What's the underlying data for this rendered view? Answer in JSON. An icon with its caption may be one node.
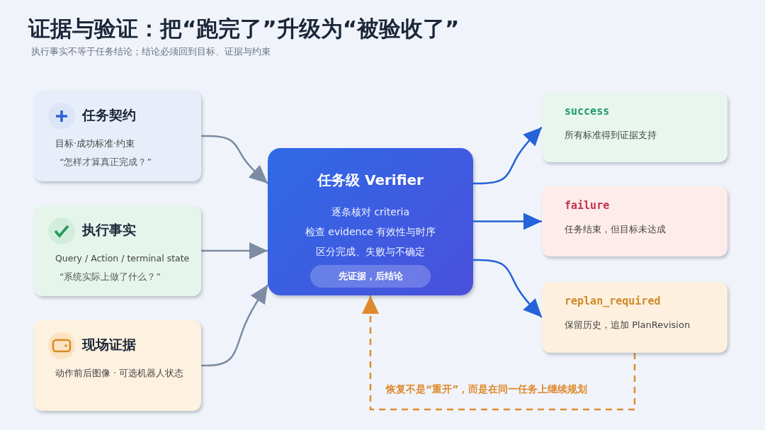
{
  "diagram": {
    "title": "证据与验证：把“跑完了”升级为“被验收了”",
    "nodes": [
      {
        "text": [
          "任务契约",
          "目标·成功标准·约束",
          "“怎样才算真正完成？”"
        ]
      },
      {
        "text": [
          "执行事实",
          "Query / Action / terminal state",
          "“系统实际上做了什么？”"
        ]
      },
      {
        "text": [
          "现场证据",
          "动作前后图像 · 可选机器人状态"
        ]
      },
      {
        "text": [
          "任务级 Verifier",
          "逐条核对 criteria",
          "检查 evidence 有效性与时序",
          "区分完成、失败与不确定"
        ]
      },
      {
        "text": [
          "先证据，后结论"
        ],
        "in": 3
      },
      {
        "text": [
          "success",
          "所有标准得到证据支持"
        ]
      },
      {
        "text": [
          "failure",
          "任务结束，但目标未达成"
        ]
      },
      {
        "text": [
          "replan_required",
          "保留历史，追加 PlanRevision"
        ]
      }
    ],
    "edges": [
      {
        "from": 0,
        "to": 3,
        "arrow": "to"
      },
      {
        "from": 1,
        "to": 3,
        "arrow": "to"
      },
      {
        "from": 2,
        "to": 3,
        "arrow": "to"
      },
      {
        "from": 3,
        "to": 5,
        "arrow": "to",
        "color": "#2563d9"
      },
      {
        "from": 3,
        "to": 6,
        "arrow": "to",
        "color": "#2563d9"
      },
      {
        "from": 3,
        "to": 7,
        "arrow": "to",
        "color": "#2563d9"
      },
      {
        "from": 7,
        "to": 3,
        "arrow": "to",
        "style": "dashed",
        "color": "#e08a2e",
        "label": "恢复不是“重开”，而是在同一任务上继续规划"
      }
    ],
    "labels": [
      "执行事实不等于任务结论；结论必须回到目标、证据与约束"
    ]
  }
}
